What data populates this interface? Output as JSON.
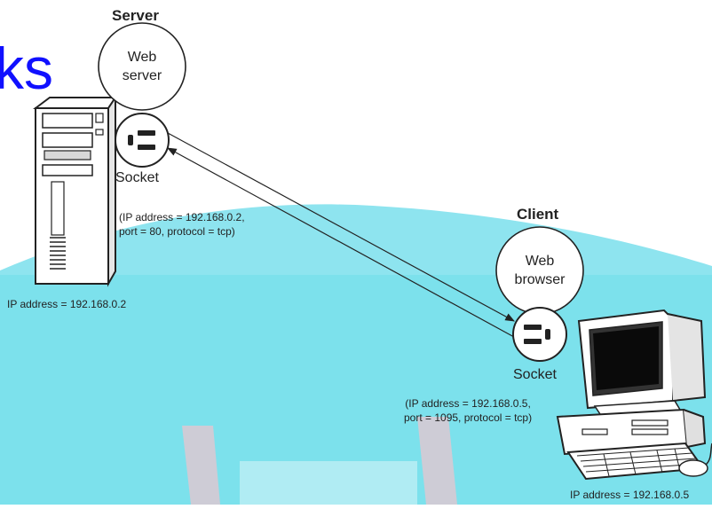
{
  "watermark": {
    "text": "ks",
    "colors": {
      "text": "#1010ff",
      "cyan_band": "#4fd6e6",
      "pink_band": "#f2c0c8"
    }
  },
  "server": {
    "heading": "Server",
    "app_line1": "Web",
    "app_line2": "server",
    "socket_label": "Socket",
    "socket_details_line1": "(IP address = 192.168.0.2,",
    "socket_details_line2": "port = 80, protocol = tcp)",
    "ip_caption": "IP address = 192.168.0.2",
    "icon": "tower-server-icon"
  },
  "client": {
    "heading": "Client",
    "app_line1": "Web",
    "app_line2": "browser",
    "socket_label": "Socket",
    "socket_details_line1": "(IP address = 192.168.0.5,",
    "socket_details_line2": "port = 1095, protocol = tcp)",
    "ip_caption": "IP address = 192.168.0.5",
    "icon": "desktop-computer-icon"
  }
}
